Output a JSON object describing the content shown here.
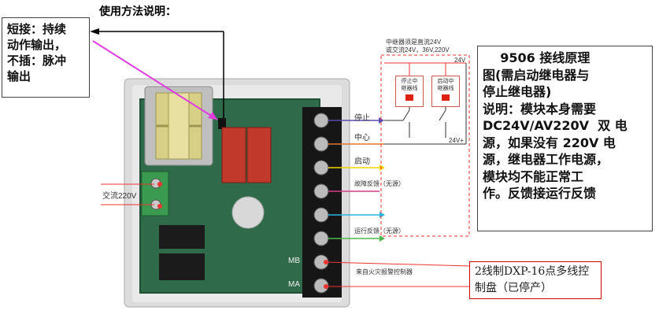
{
  "usage_title": "使用方法说明：",
  "jumper_note": [
    "短接：持续",
    "动作输出，",
    "不插：脉冲",
    "输出"
  ],
  "relay_note": [
    "中继器须是直流24V",
    "或交流24V，36V,220V"
  ],
  "relay_voltage": "24V",
  "relay_stop": "停止中\n继器线",
  "relay_start": "启动中\n继器线",
  "dc_label": "24V+",
  "terminals": {
    "stop": "停止",
    "center": "中心",
    "start": "启动",
    "fault": "故障反馈（无源）",
    "run": "运行反馈（无源）",
    "controller": "来自火灾报警控制器"
  },
  "ac_label": "交流220V",
  "board_marks": {
    "mb": "MB",
    "ma": "MA"
  },
  "description": [
    "    9506 接线原理",
    "图(需启动继电器与",
    "停止继电器)",
    "说明：模块本身需要",
    "DC24V/AV220V  双 电",
    "源，如果没有 220V 电",
    "源，继电器工作电源，",
    "模块均不能正常工",
    "作。反馈接运行反馈"
  ],
  "dxp_note": [
    "2线制DXP-16点多线控",
    "制盘（已停产）"
  ]
}
